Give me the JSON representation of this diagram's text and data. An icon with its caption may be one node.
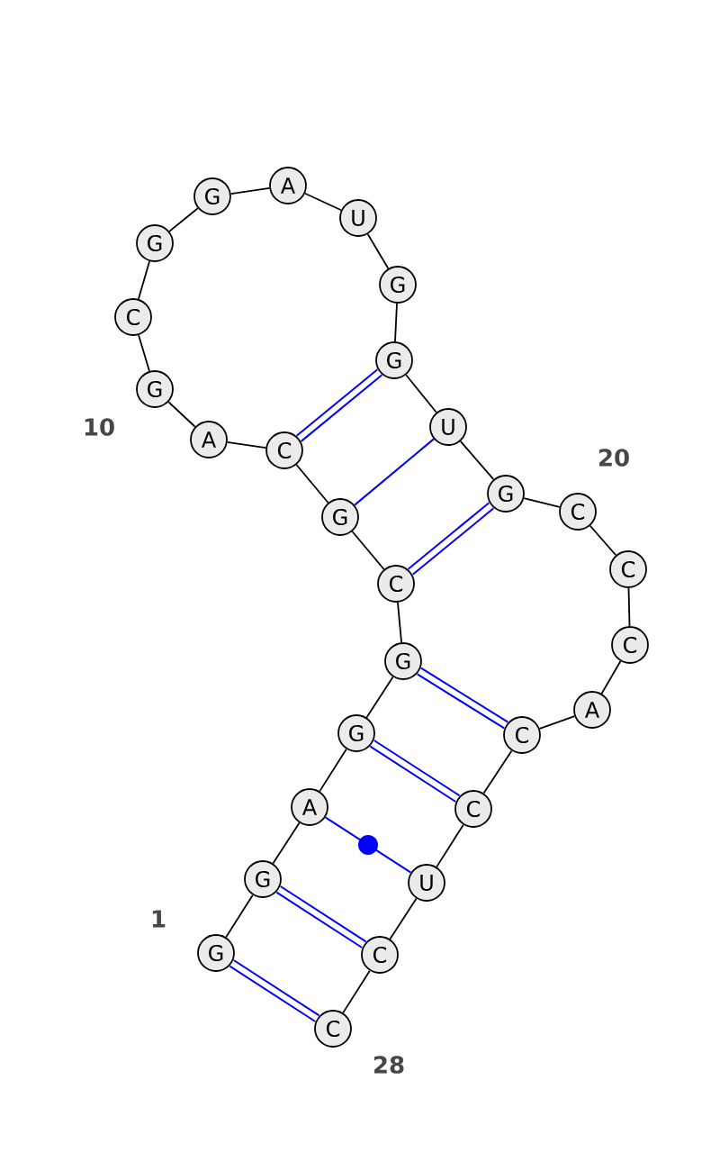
{
  "diagram": {
    "nodes": [
      {
        "text": [
          "G"
        ]
      },
      {
        "text": [
          "G"
        ]
      },
      {
        "text": [
          "A"
        ]
      },
      {
        "text": [
          "G"
        ]
      },
      {
        "text": [
          "G"
        ]
      },
      {
        "text": [
          "C"
        ]
      },
      {
        "text": [
          "G"
        ]
      },
      {
        "text": [
          "C"
        ]
      },
      {
        "text": [
          "A"
        ]
      },
      {
        "text": [
          "G"
        ]
      },
      {
        "text": [
          "C"
        ]
      },
      {
        "text": [
          "G"
        ]
      },
      {
        "text": [
          "G"
        ]
      },
      {
        "text": [
          "A"
        ]
      },
      {
        "text": [
          "U"
        ]
      },
      {
        "text": [
          "G"
        ]
      },
      {
        "text": [
          "G"
        ]
      },
      {
        "text": [
          "U"
        ]
      },
      {
        "text": [
          "G"
        ]
      },
      {
        "text": [
          "C"
        ]
      },
      {
        "text": [
          "C"
        ]
      },
      {
        "text": [
          "C"
        ]
      },
      {
        "text": [
          "A"
        ]
      },
      {
        "text": [
          "C"
        ]
      },
      {
        "text": [
          "C"
        ]
      },
      {
        "text": [
          "U"
        ]
      },
      {
        "text": [
          "C"
        ]
      },
      {
        "text": [
          "C"
        ]
      }
    ],
    "edges": [
      {
        "from": 0,
        "to": 1,
        "arrow": "none"
      },
      {
        "from": 1,
        "to": 2,
        "arrow": "none"
      },
      {
        "from": 2,
        "to": 3,
        "arrow": "none"
      },
      {
        "from": 3,
        "to": 4,
        "arrow": "none"
      },
      {
        "from": 4,
        "to": 5,
        "arrow": "none"
      },
      {
        "from": 5,
        "to": 6,
        "arrow": "none"
      },
      {
        "from": 6,
        "to": 7,
        "arrow": "none"
      },
      {
        "from": 7,
        "to": 8,
        "arrow": "none"
      },
      {
        "from": 8,
        "to": 9,
        "arrow": "none"
      },
      {
        "from": 9,
        "to": 10,
        "arrow": "none"
      },
      {
        "from": 10,
        "to": 11,
        "arrow": "none"
      },
      {
        "from": 11,
        "to": 12,
        "arrow": "none"
      },
      {
        "from": 12,
        "to": 13,
        "arrow": "none"
      },
      {
        "from": 13,
        "to": 14,
        "arrow": "none"
      },
      {
        "from": 14,
        "to": 15,
        "arrow": "none"
      },
      {
        "from": 15,
        "to": 16,
        "arrow": "none"
      },
      {
        "from": 16,
        "to": 17,
        "arrow": "none"
      },
      {
        "from": 17,
        "to": 18,
        "arrow": "none"
      },
      {
        "from": 18,
        "to": 19,
        "arrow": "none"
      },
      {
        "from": 19,
        "to": 20,
        "arrow": "none"
      },
      {
        "from": 20,
        "to": 21,
        "arrow": "none"
      },
      {
        "from": 21,
        "to": 22,
        "arrow": "none"
      },
      {
        "from": 22,
        "to": 23,
        "arrow": "none"
      },
      {
        "from": 23,
        "to": 24,
        "arrow": "none"
      },
      {
        "from": 24,
        "to": 25,
        "arrow": "none"
      },
      {
        "from": 25,
        "to": 26,
        "arrow": "none"
      },
      {
        "from": 26,
        "to": 27,
        "arrow": "none"
      },
      {
        "from": 0,
        "to": 27,
        "arrow": "none",
        "style": "thick",
        "color": "#0000ff"
      },
      {
        "from": 1,
        "to": 26,
        "arrow": "none",
        "style": "thick",
        "color": "#0000ff"
      },
      {
        "from": 2,
        "to": 25,
        "arrow": "none",
        "color": "#0000ff"
      },
      {
        "from": 3,
        "to": 24,
        "arrow": "none",
        "style": "thick",
        "color": "#0000ff"
      },
      {
        "from": 4,
        "to": 23,
        "arrow": "none",
        "style": "thick",
        "color": "#0000ff"
      },
      {
        "from": 5,
        "to": 18,
        "arrow": "none",
        "style": "thick",
        "color": "#0000ff"
      },
      {
        "from": 6,
        "to": 17,
        "arrow": "none",
        "color": "#0000ff"
      },
      {
        "from": 7,
        "to": 16,
        "arrow": "none",
        "style": "thick",
        "color": "#0000ff"
      }
    ],
    "labels": [
      "1",
      "10",
      "20",
      "28"
    ]
  }
}
